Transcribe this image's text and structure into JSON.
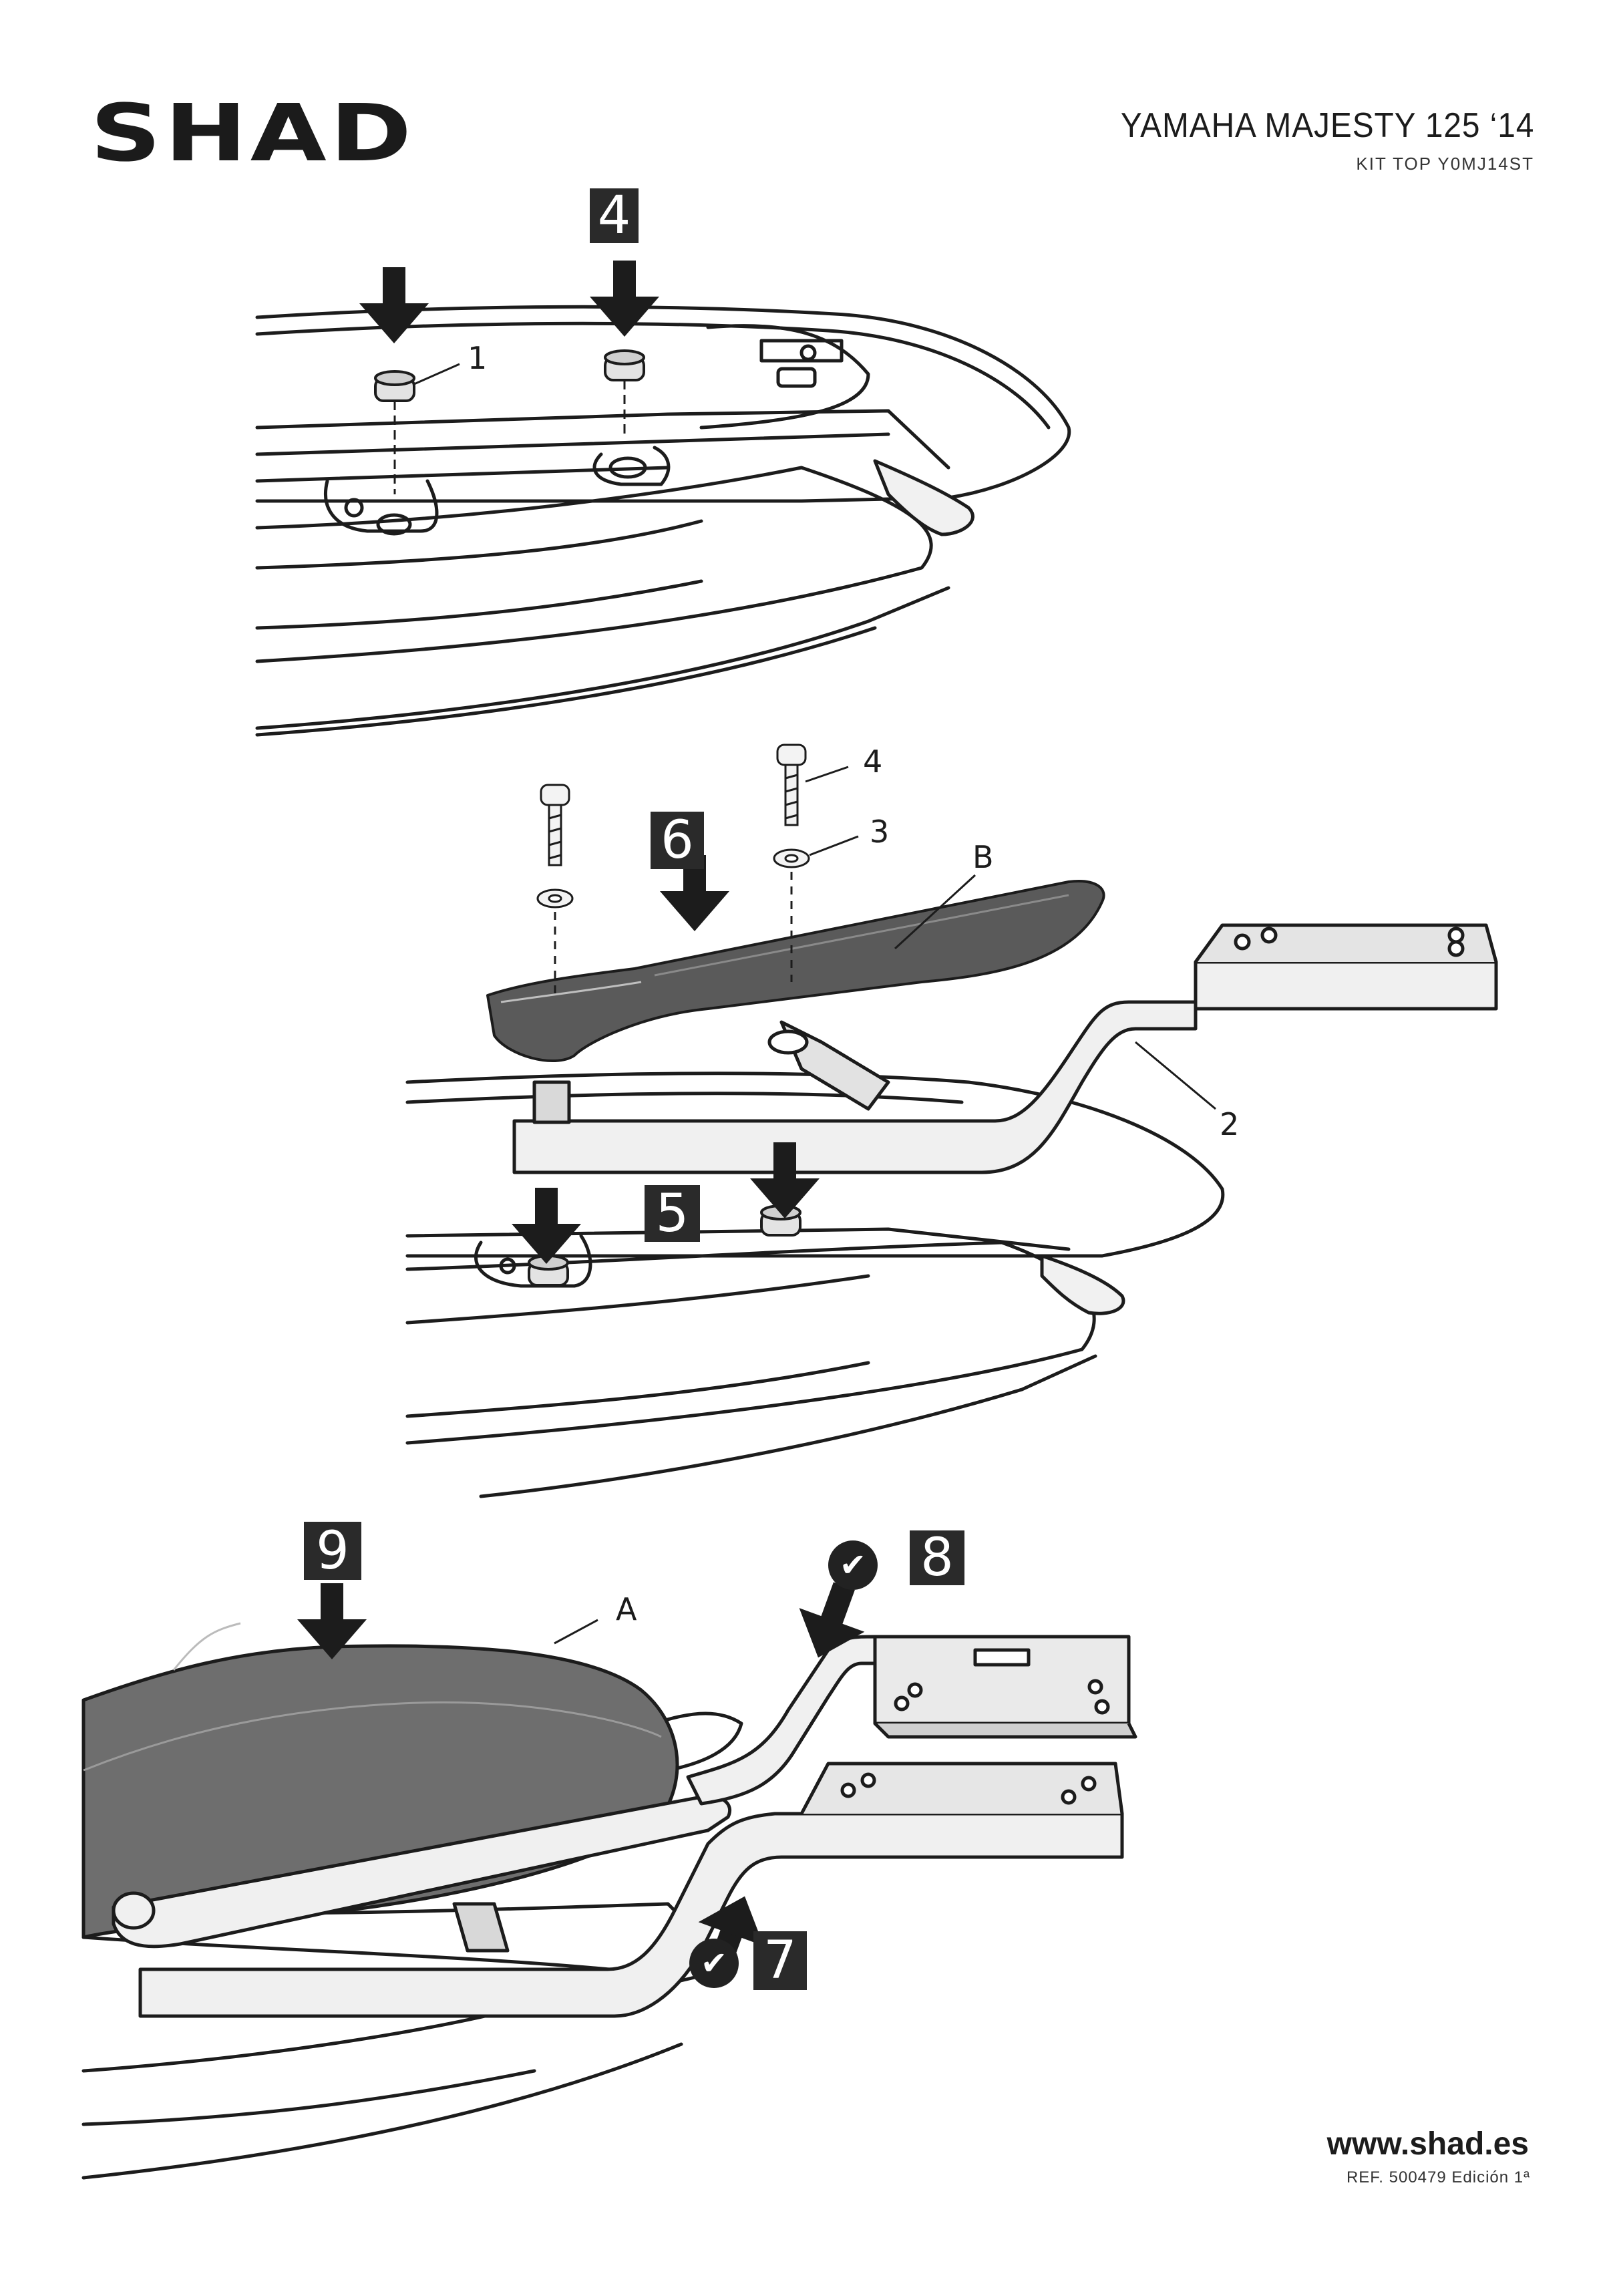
{
  "header": {
    "brand": "SHAD",
    "model": "YAMAHA MAJESTY 125 ‘14",
    "kit": "KIT TOP Y0MJ14ST"
  },
  "footer": {
    "website": "www.shad.es",
    "reference": "REF. 500479 Edición 1ª"
  },
  "steps": {
    "s4": "4",
    "s5": "5",
    "s6": "6",
    "s7": "7",
    "s8": "8",
    "s9": "9"
  },
  "callouts": {
    "c1": "1",
    "c2": "2",
    "c3": "3",
    "c4": "4",
    "cA": "A",
    "cB": "B"
  },
  "icons": {
    "check": "✔",
    "arrow": "down-arrow-icon"
  },
  "colors": {
    "ink": "#1c1c1c",
    "step_bg": "#2a2a2a",
    "seat": "#6e6e6e",
    "part_b": "#5a5a5a",
    "rack": "#e9e9e9"
  }
}
